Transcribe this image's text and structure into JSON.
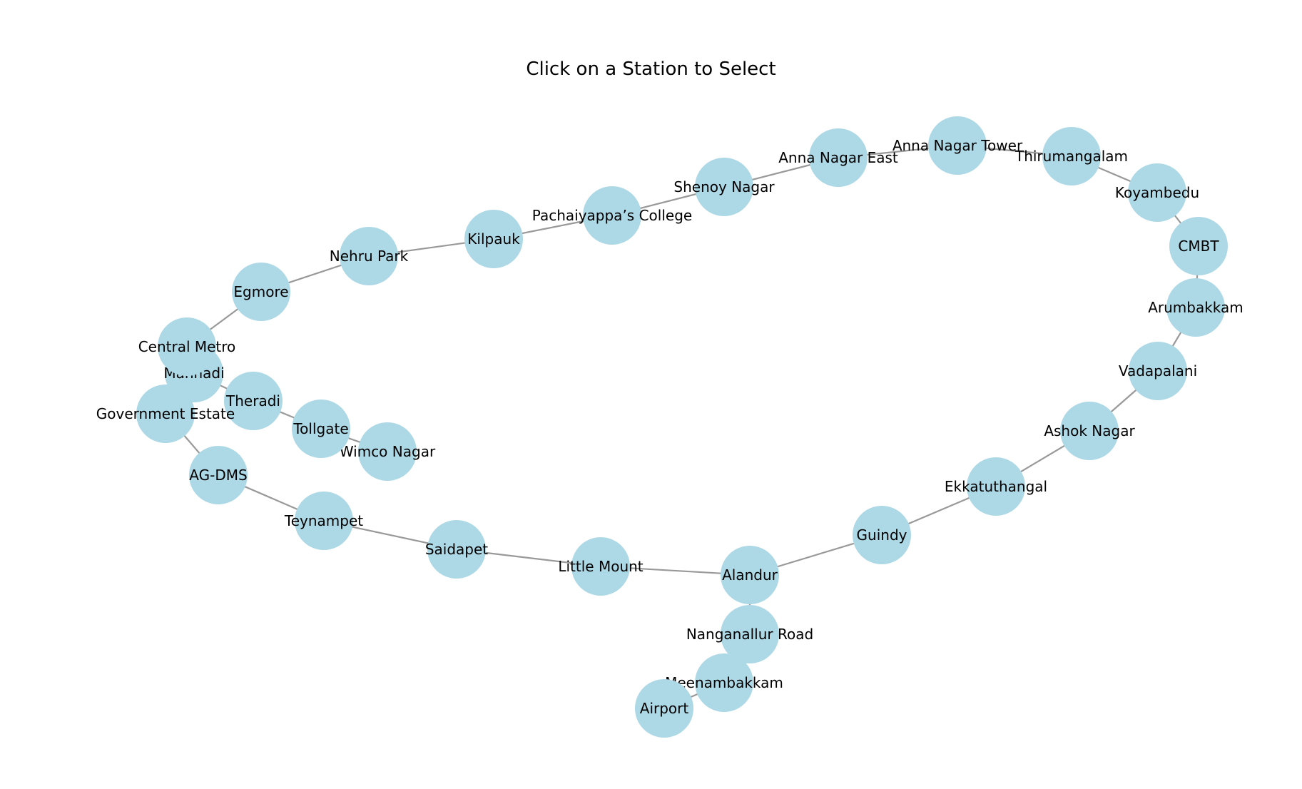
{
  "title": "Click on a Station to Select",
  "colors": {
    "node_fill": "#add8e6",
    "edge": "#999999",
    "label": "#000000"
  },
  "stations": [
    "Wimco Nagar",
    "Tollgate",
    "Theradi",
    "Mannadi",
    "Government Estate",
    "AG-DMS",
    "Teynampet",
    "Saidapet",
    "Little Mount",
    "Alandur",
    "Nanganallur Road",
    "Meenambakkam",
    "Airport",
    "Central Metro",
    "Egmore",
    "Nehru Park",
    "Kilpauk",
    "Pachaiyappa’s College",
    "Shenoy Nagar",
    "Anna Nagar East",
    "Anna Nagar Tower",
    "Thirumangalam",
    "Koyambedu",
    "CMBT",
    "Arumbakkam",
    "Vadapalani",
    "Ashok Nagar",
    "Ekkatuthangal",
    "Guindy"
  ],
  "connections": [
    [
      "Wimco Nagar",
      "Tollgate"
    ],
    [
      "Tollgate",
      "Theradi"
    ],
    [
      "Theradi",
      "Mannadi"
    ],
    [
      "Mannadi",
      "Government Estate"
    ],
    [
      "Government Estate",
      "AG-DMS"
    ],
    [
      "AG-DMS",
      "Teynampet"
    ],
    [
      "Teynampet",
      "Saidapet"
    ],
    [
      "Saidapet",
      "Little Mount"
    ],
    [
      "Little Mount",
      "Alandur"
    ],
    [
      "Alandur",
      "Nanganallur Road"
    ],
    [
      "Nanganallur Road",
      "Meenambakkam"
    ],
    [
      "Meenambakkam",
      "Airport"
    ],
    [
      "Mannadi",
      "Central Metro"
    ],
    [
      "Central Metro",
      "Egmore"
    ],
    [
      "Egmore",
      "Nehru Park"
    ],
    [
      "Nehru Park",
      "Kilpauk"
    ],
    [
      "Kilpauk",
      "Pachaiyappa’s College"
    ],
    [
      "Pachaiyappa’s College",
      "Shenoy Nagar"
    ],
    [
      "Shenoy Nagar",
      "Anna Nagar East"
    ],
    [
      "Anna Nagar East",
      "Anna Nagar Tower"
    ],
    [
      "Anna Nagar Tower",
      "Thirumangalam"
    ],
    [
      "Thirumangalam",
      "Koyambedu"
    ],
    [
      "Koyambedu",
      "CMBT"
    ],
    [
      "CMBT",
      "Arumbakkam"
    ],
    [
      "Arumbakkam",
      "Vadapalani"
    ],
    [
      "Vadapalani",
      "Ashok Nagar"
    ],
    [
      "Ashok Nagar",
      "Ekkatuthangal"
    ],
    [
      "Ekkatuthangal",
      "Guindy"
    ],
    [
      "Guindy",
      "Alandur"
    ]
  ]
}
